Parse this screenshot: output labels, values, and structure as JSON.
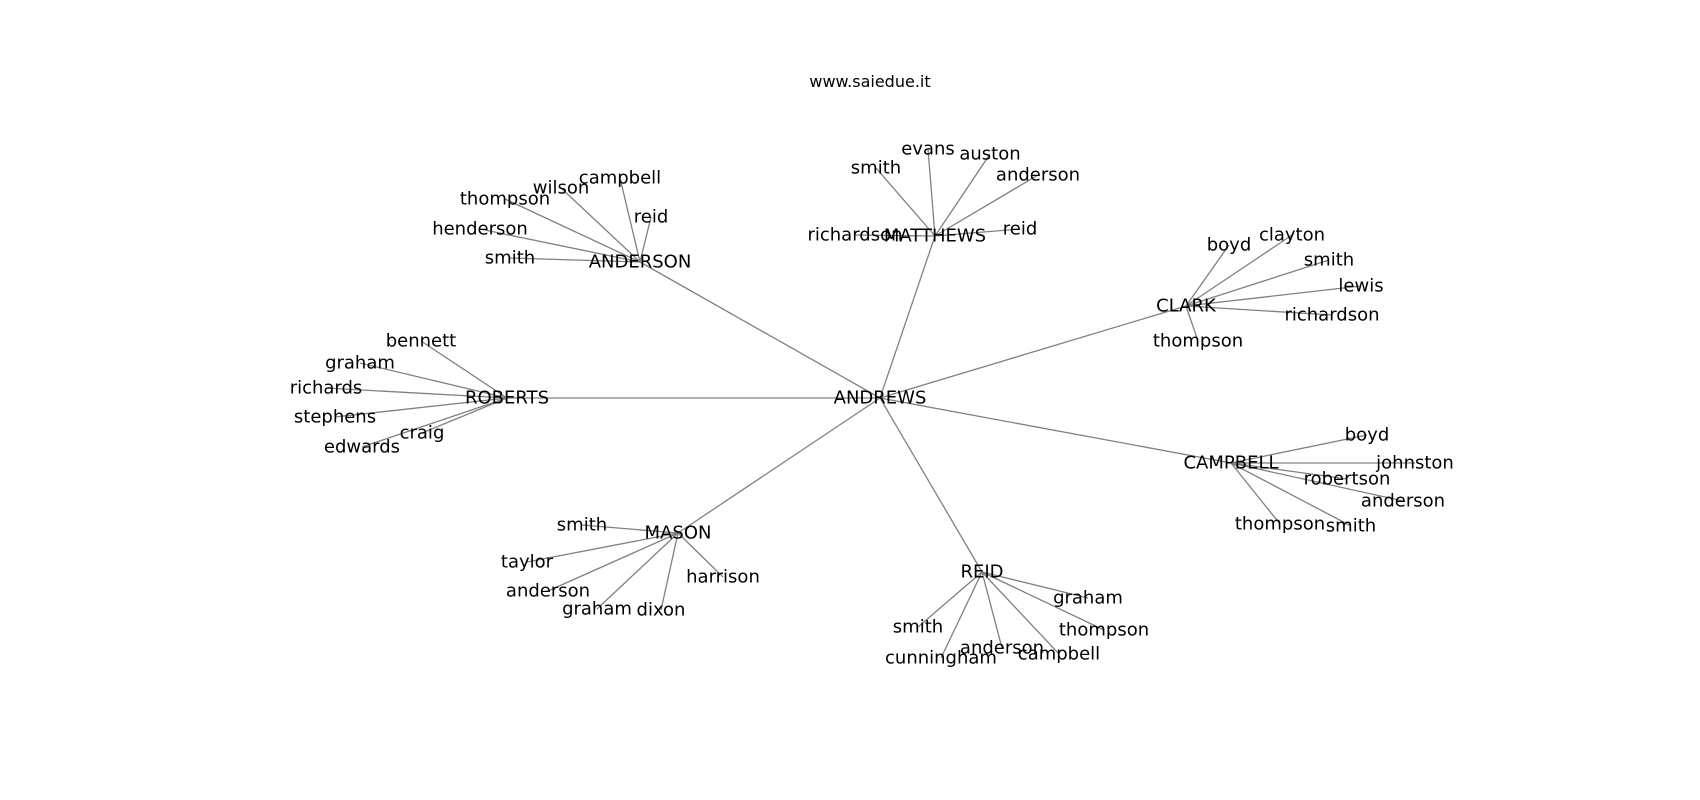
{
  "title": "www.saiedue.it",
  "colors": {
    "edge": "#808080",
    "text": "#000000",
    "background": "#ffffff"
  },
  "center": "ANDREWS",
  "groups": [
    {
      "name": "ANDERSON",
      "leaves": [
        "smith",
        "henderson",
        "thompson",
        "wilson",
        "campbell",
        "reid"
      ]
    },
    {
      "name": "MATTHEWS",
      "leaves": [
        "smith",
        "evans",
        "auston",
        "anderson",
        "reid",
        "richardson"
      ]
    },
    {
      "name": "CLARK",
      "leaves": [
        "boyd",
        "clayton",
        "smith",
        "lewis",
        "richardson",
        "thompson"
      ]
    },
    {
      "name": "ROBERTS",
      "leaves": [
        "bennett",
        "graham",
        "richards",
        "stephens",
        "edwards",
        "craig"
      ]
    },
    {
      "name": "CAMPBELL",
      "leaves": [
        "boyd",
        "johnston",
        "robertson",
        "anderson",
        "smith",
        "thompson"
      ]
    },
    {
      "name": "MASON",
      "leaves": [
        "smith",
        "taylor",
        "anderson",
        "graham",
        "dixon",
        "harrison"
      ]
    },
    {
      "name": "REID",
      "leaves": [
        "smith",
        "cunningham",
        "anderson",
        "campbell",
        "thompson",
        "graham"
      ]
    }
  ]
}
